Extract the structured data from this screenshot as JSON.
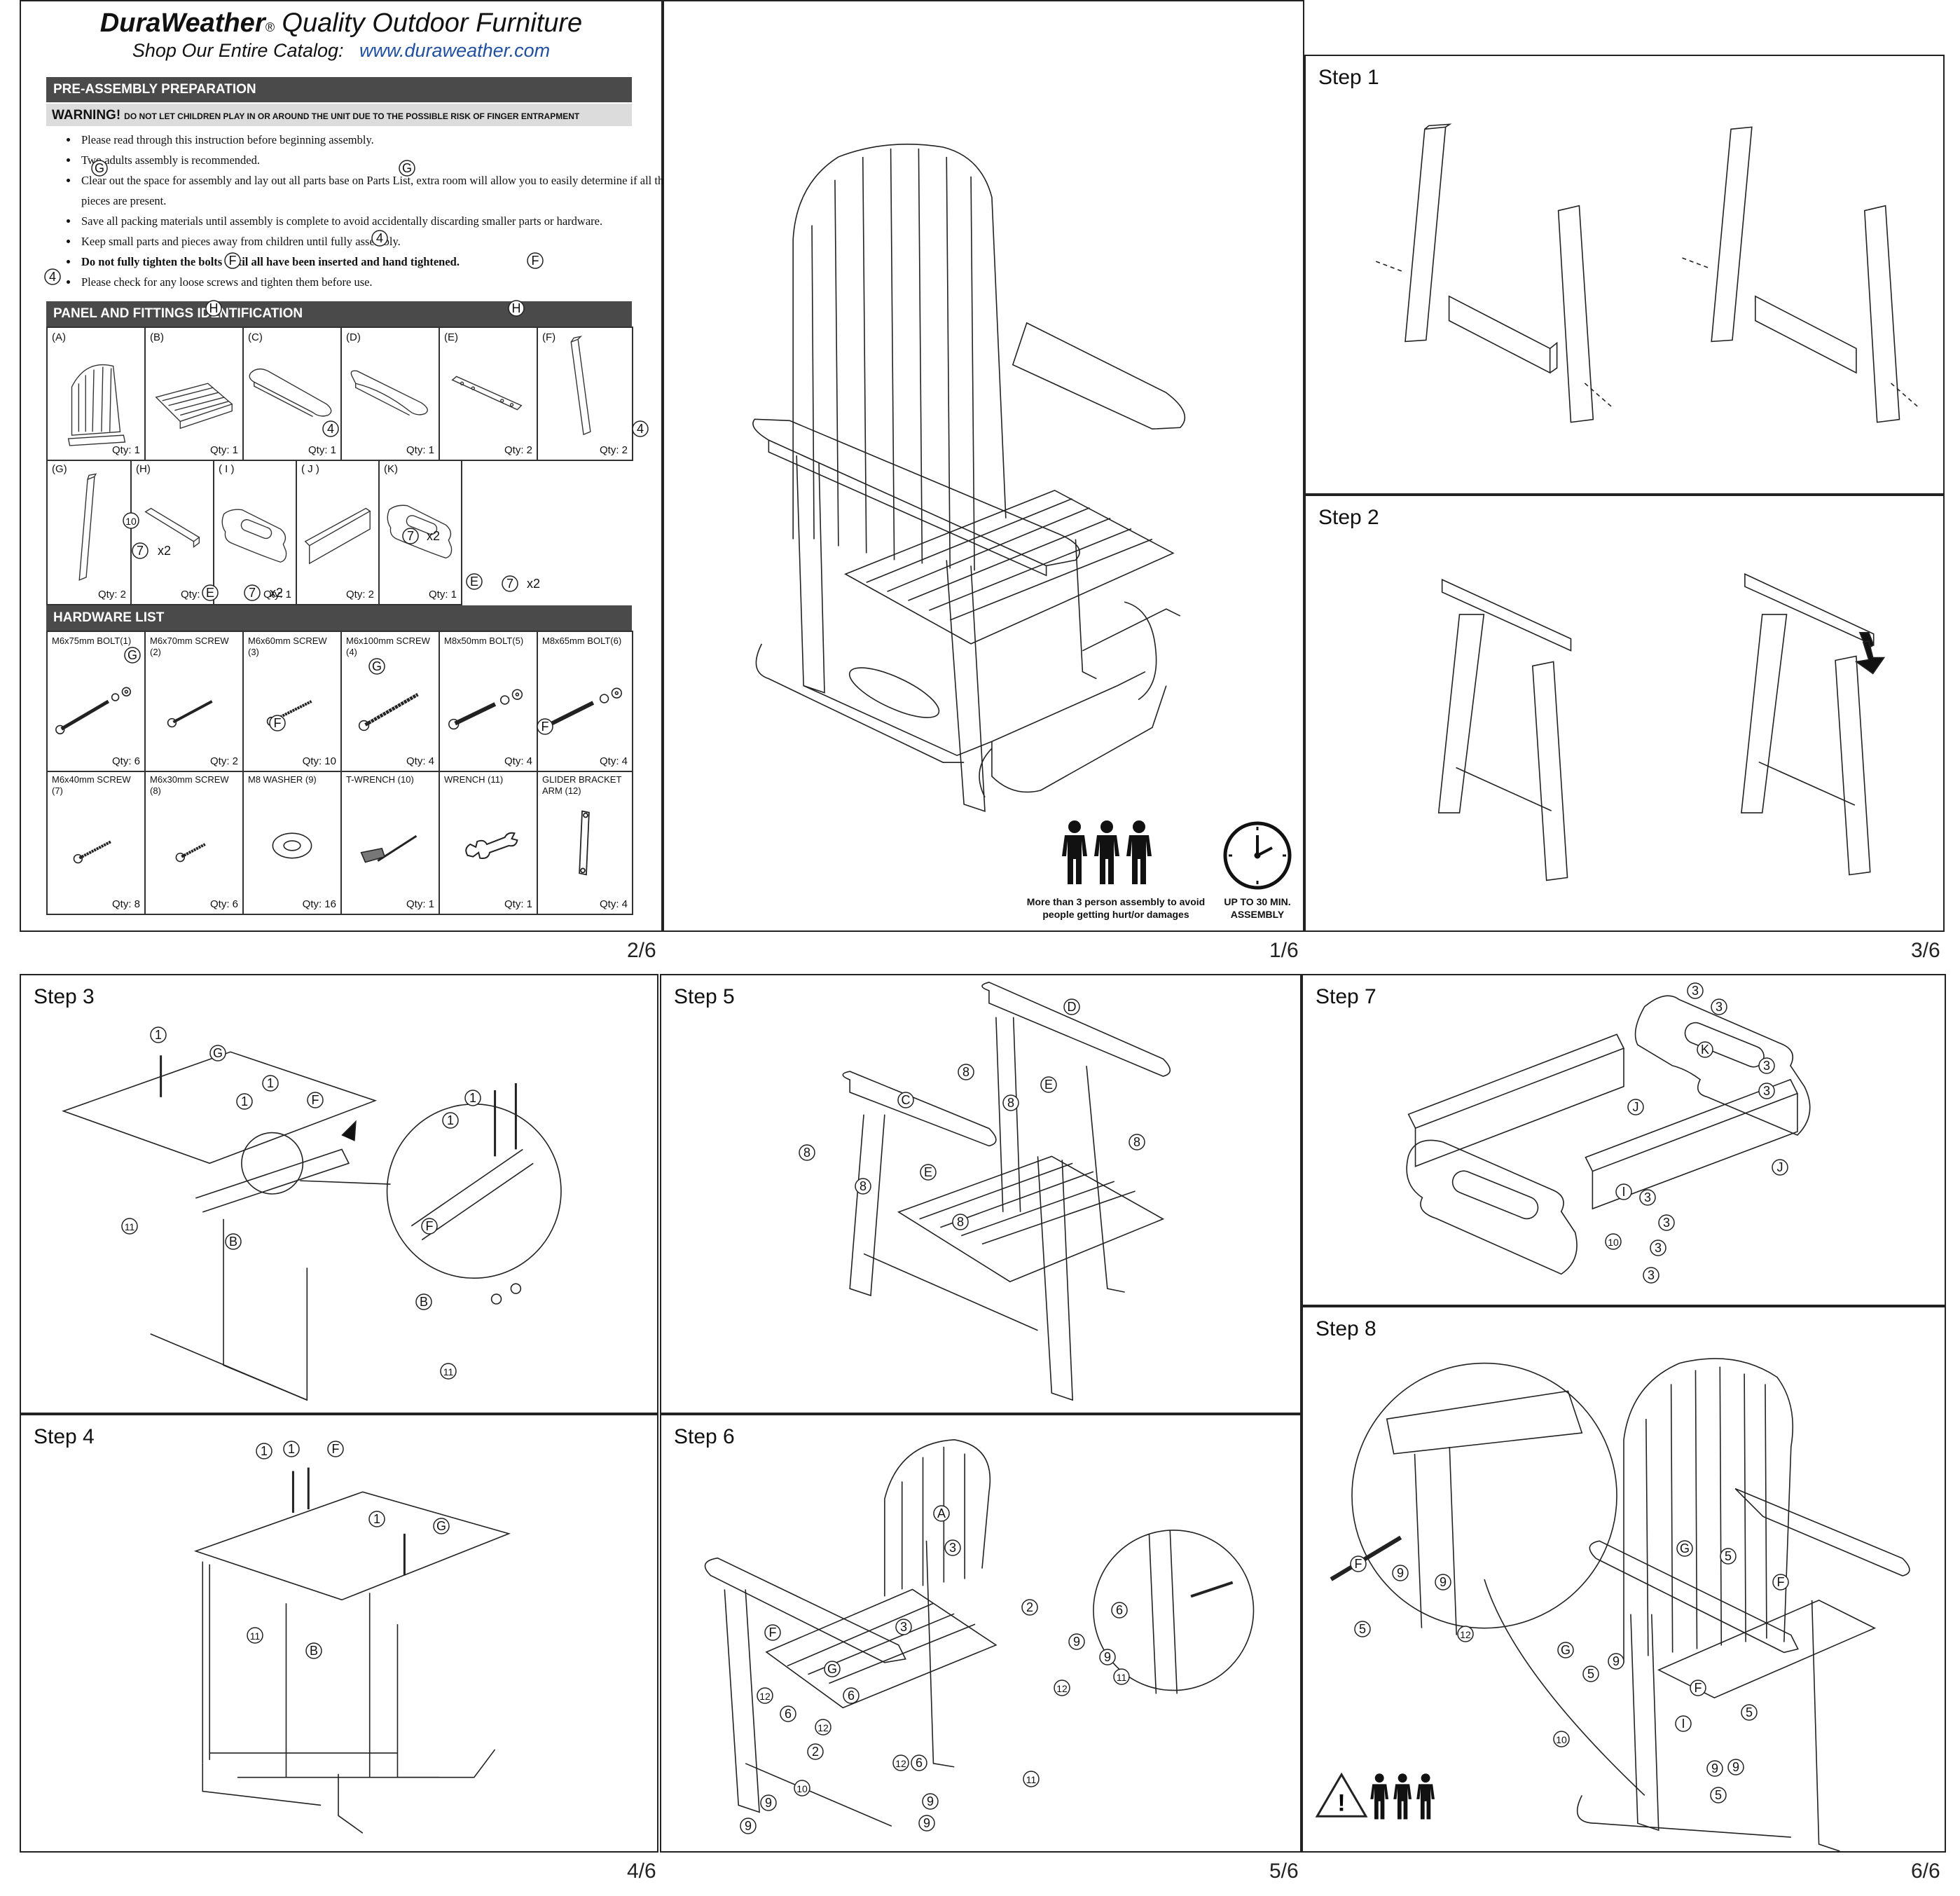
{
  "header": {
    "brand": "DuraWeather",
    "brand_mark": "®",
    "brand_tail": " Quality Outdoor Furniture",
    "catalog_label": "Shop Our Entire Catalog:",
    "catalog_url": "www.duraweather.com"
  },
  "pre_assembly": {
    "title": "PRE-ASSEMBLY PREPARATION",
    "warning_label": "WARNING!",
    "warning_text": "DO NOT LET CHILDREN PLAY IN OR AROUND THE UNIT DUE TO THE POSSIBLE RISK OF FINGER ENTRAPMENT",
    "items": [
      "Please read through this instruction before beginning assembly.",
      "Two adults assembly is recommended.",
      "Clear out the space for assembly and lay out all parts base on Parts List, extra room will allow you to easily determine if all the pieces are present.",
      "Save all packing materials until assembly is complete to avoid accidentally discarding smaller parts or hardware.",
      "Keep small parts and pieces away from children until fully assembly.",
      "Do not fully tighten the bolts until all have been inserted and hand tightened.",
      "Please check for any loose screws and tighten them before use."
    ]
  },
  "panels": {
    "title": "PANEL AND FITTINGS IDENTIFICATION",
    "row1": [
      {
        "label": "(A)",
        "qty": "Qty: 1"
      },
      {
        "label": "(B)",
        "qty": "Qty: 1"
      },
      {
        "label": "(C)",
        "qty": "Qty: 1"
      },
      {
        "label": "(D)",
        "qty": "Qty: 1"
      },
      {
        "label": "(E)",
        "qty": "Qty: 2"
      },
      {
        "label": "(F)",
        "qty": "Qty: 2"
      }
    ],
    "row2": [
      {
        "label": "(G)",
        "qty": "Qty: 2"
      },
      {
        "label": "(H)",
        "qty": "Qty: 2"
      },
      {
        "label": "( I )",
        "qty": "Qty: 1"
      },
      {
        "label": "( J )",
        "qty": "Qty: 2"
      },
      {
        "label": "(K)",
        "qty": "Qty: 1"
      }
    ]
  },
  "hardware": {
    "title": "HARDWARE LIST",
    "row1": [
      {
        "label": "M6x75mm BOLT(1)",
        "qty": "Qty: 6"
      },
      {
        "label": "M6x70mm SCREW (2)",
        "qty": "Qty: 2"
      },
      {
        "label": "M6x60mm SCREW (3)",
        "qty": "Qty: 10"
      },
      {
        "label": "M6x100mm SCREW (4)",
        "qty": "Qty: 4"
      },
      {
        "label": "M8x50mm BOLT(5)",
        "qty": "Qty: 4"
      },
      {
        "label": "M8x65mm BOLT(6)",
        "qty": "Qty: 4"
      }
    ],
    "row2": [
      {
        "label": "M6x40mm SCREW (7)",
        "qty": "Qty: 8"
      },
      {
        "label": "M6x30mm SCREW (8)",
        "qty": "Qty: 6"
      },
      {
        "label": "M8 WASHER (9)",
        "qty": "Qty: 16"
      },
      {
        "label": "T-WRENCH (10)",
        "qty": "Qty: 1"
      },
      {
        "label": "WRENCH (11)",
        "qty": "Qty: 1"
      },
      {
        "label": "GLIDER BRACKET ARM (12)",
        "qty": "Qty: 4"
      }
    ]
  },
  "cover": {
    "people_caption_1": "More than 3 person assembly to avoid",
    "people_caption_2": "people getting hurt/or damages",
    "time_caption_1": "UP TO 30 MIN.",
    "time_caption_2": "ASSEMBLY"
  },
  "steps": {
    "s1": "Step 1",
    "s2": "Step 2",
    "s3": "Step 3",
    "s4": "Step 4",
    "s5": "Step 5",
    "s6": "Step 6",
    "s7": "Step 7",
    "s8": "Step 8"
  },
  "callouts": {
    "s1": [
      "G",
      "G",
      "F",
      "F",
      "H",
      "H",
      "4",
      "4",
      "4",
      "4"
    ],
    "s2": [
      "10",
      "7",
      "x2",
      "E",
      "7",
      "x2",
      "G",
      "F",
      "7",
      "x2",
      "E",
      "7",
      "x2",
      "G",
      "F"
    ],
    "s3": [
      "1",
      "G",
      "1",
      "1",
      "F",
      "11",
      "B",
      "1",
      "1",
      "F",
      "B",
      "11"
    ],
    "s4": [
      "1",
      "1",
      "F",
      "1",
      "G",
      "11",
      "B"
    ],
    "s5": [
      "D",
      "8",
      "8",
      "E",
      "C",
      "8",
      "8",
      "E",
      "8",
      "8"
    ],
    "s6": [
      "A",
      "3",
      "3",
      "F",
      "G",
      "2",
      "12",
      "2",
      "12",
      "6",
      "9",
      "10",
      "6",
      "9",
      "12",
      "6",
      "9",
      "9",
      "11",
      "12",
      "6",
      "9",
      "9",
      "11"
    ],
    "s7": [
      "3",
      "3",
      "K",
      "3",
      "3",
      "J",
      "J",
      "I",
      "3",
      "10",
      "3",
      "3",
      "3"
    ],
    "s8": [
      "F",
      "9",
      "9",
      "5",
      "12",
      "G",
      "F",
      "5",
      "G",
      "9",
      "5",
      "F",
      "10",
      "I",
      "9",
      "9",
      "5",
      "5"
    ]
  },
  "page_numbers": {
    "p2": "2/6",
    "p1": "1/6",
    "p3": "3/6",
    "p4": "4/6",
    "p5": "5/6",
    "p6": "6/6"
  }
}
